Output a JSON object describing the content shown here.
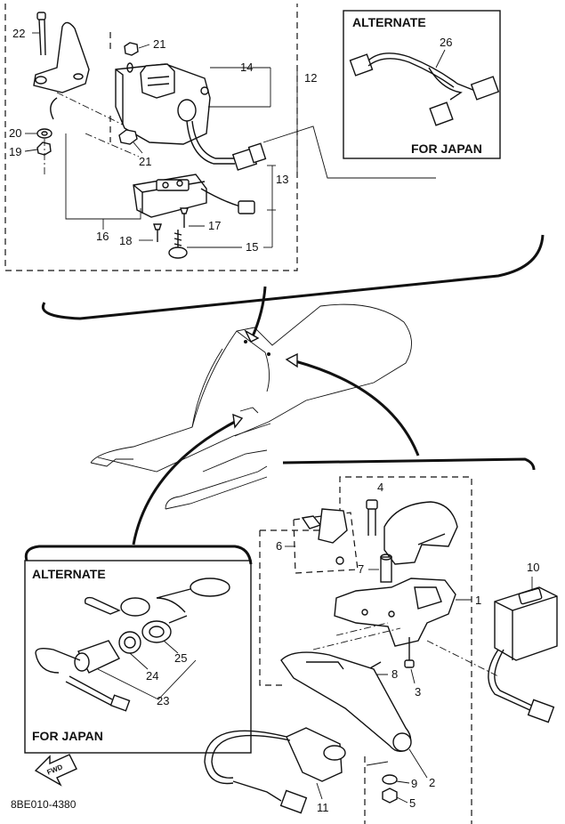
{
  "diagram_code": "8BE010-4380",
  "fwd_label": "FWD",
  "alternate_top": {
    "heading": "ALTERNATE",
    "part": "26",
    "footer": "FOR JAPAN"
  },
  "alternate_bottom": {
    "heading": "ALTERNATE",
    "parts": [
      "24",
      "25",
      "23"
    ],
    "footer": "FOR JAPAN"
  },
  "callouts": {
    "p1": "1",
    "p2": "2",
    "p3": "3",
    "p4": "4",
    "p5": "5",
    "p6": "6",
    "p7": "7",
    "p8": "8",
    "p9": "9",
    "p10": "10",
    "p11": "11",
    "p12": "12",
    "p13": "13",
    "p14": "14",
    "p15": "15",
    "p16": "16",
    "p17": "17",
    "p18": "18",
    "p19": "19",
    "p20": "20",
    "p21a": "21",
    "p21b": "21",
    "p22": "22"
  }
}
